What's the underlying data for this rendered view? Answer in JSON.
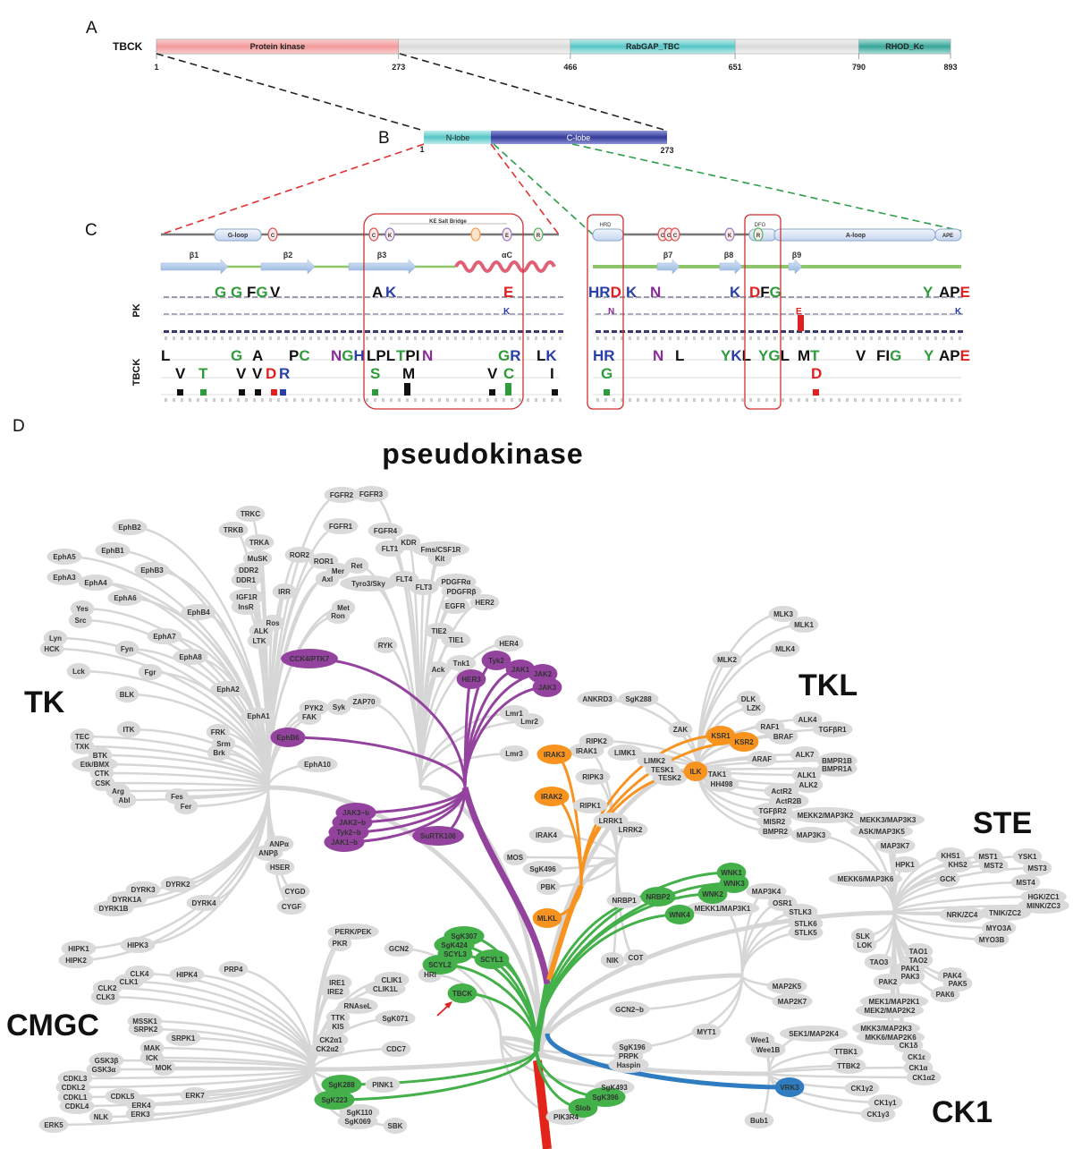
{
  "panel_labels": {
    "a": "A",
    "b": "B",
    "c": "C",
    "d": "D"
  },
  "panel_a": {
    "protein": "TBCK",
    "domains": [
      {
        "name": "Protein kinase",
        "start": 1,
        "end": 273,
        "color": "#f4a0a0"
      },
      {
        "name": "RabGAP_TBC",
        "start": 466,
        "end": 651,
        "color": "#5cc8c8"
      },
      {
        "name": "RHOD_Kc",
        "start": 790,
        "end": 893,
        "color": "#3aa89e"
      }
    ],
    "ticks": [
      "1",
      "273",
      "466",
      "651",
      "790",
      "893"
    ],
    "length": 893
  },
  "panel_b": {
    "n_lobe": "N-lobe",
    "c_lobe": "C-lobe",
    "start": "1",
    "end": "273"
  },
  "panel_c": {
    "row_labels": {
      "pk": "PK",
      "tbck": "TBCK"
    },
    "motifs": {
      "g_loop": "G-loop",
      "ke_salt_bridge": "KE Salt Bridge",
      "hrd": "HRD",
      "dfg": "DFG",
      "a_loop": "A-loop",
      "ape": "APE"
    },
    "circle_residues": [
      "C",
      "C",
      "K",
      "E",
      "R",
      "C",
      "C",
      "C",
      "K",
      "R"
    ],
    "secondary_structure": [
      "β1",
      "β2",
      "β3",
      "αC",
      "β7",
      "β8",
      "β9"
    ],
    "logo": {
      "pk_top": [
        "G",
        "G",
        "FG",
        "V",
        "A",
        "K",
        "E",
        "HRD",
        "K",
        "N",
        "K",
        "DFG",
        "Y",
        "APE"
      ],
      "pk_mid": [
        "K",
        "N",
        "E",
        "K"
      ],
      "tbck_top": [
        "L",
        "G",
        "A",
        "PC",
        "NGH",
        "LPL",
        "TPI",
        "N",
        "GR",
        "LK",
        "HR",
        "N",
        "L",
        "YKL",
        "YGL",
        "MT",
        "V",
        "FIG",
        "Y",
        "APE"
      ],
      "tbck_sub": [
        "V",
        "T",
        "V",
        "V",
        "D",
        "R",
        "S",
        "M",
        "V",
        "C",
        "I",
        "G",
        "D"
      ]
    }
  },
  "panel_d": {
    "title": "pseudokinase",
    "families": [
      "TK",
      "TKL",
      "STE",
      "CMGC",
      "CK1"
    ],
    "branch_colors": {
      "purple": "#93439e",
      "orange": "#f7931e",
      "green": "#43b04a",
      "blue": "#2f7cc0",
      "red": "#e3241b",
      "gray": "#d6d6d6"
    },
    "highlight": "TBCK",
    "nodes": [
      [
        "EphB2",
        "gray"
      ],
      [
        "EphB1",
        "gray"
      ],
      [
        "EphA5",
        "gray"
      ],
      [
        "EphB3",
        "gray"
      ],
      [
        "EphA3",
        "gray"
      ],
      [
        "EphA4",
        "gray"
      ],
      [
        "EphA6",
        "gray"
      ],
      [
        "Yes",
        "gray"
      ],
      [
        "Src",
        "gray"
      ],
      [
        "EphB4",
        "gray"
      ],
      [
        "Lyn",
        "gray"
      ],
      [
        "HCK",
        "gray"
      ],
      [
        "Fyn",
        "gray"
      ],
      [
        "EphA7",
        "gray"
      ],
      [
        "EphA8",
        "gray"
      ],
      [
        "Lck",
        "gray"
      ],
      [
        "Fgr",
        "gray"
      ],
      [
        "BLK",
        "gray"
      ],
      [
        "EphA2",
        "gray"
      ],
      [
        "EphA1",
        "gray"
      ],
      [
        "ITK",
        "gray"
      ],
      [
        "TEC",
        "gray"
      ],
      [
        "TXK",
        "gray"
      ],
      [
        "BTK",
        "gray"
      ],
      [
        "Etk/BMX",
        "gray"
      ],
      [
        "CTK",
        "gray"
      ],
      [
        "CSK",
        "gray"
      ],
      [
        "Arg",
        "gray"
      ],
      [
        "Abl",
        "gray"
      ],
      [
        "FRK",
        "gray"
      ],
      [
        "Srm",
        "gray"
      ],
      [
        "Brk",
        "gray"
      ],
      [
        "Fes",
        "gray"
      ],
      [
        "Fer",
        "gray"
      ],
      [
        "EphB6",
        "purple"
      ],
      [
        "EphA10",
        "gray"
      ],
      [
        "TRKC",
        "gray"
      ],
      [
        "TRKB",
        "gray"
      ],
      [
        "TRKA",
        "gray"
      ],
      [
        "MuSK",
        "gray"
      ],
      [
        "DDR2",
        "gray"
      ],
      [
        "DDR1",
        "gray"
      ],
      [
        "IGF1R",
        "gray"
      ],
      [
        "InsR",
        "gray"
      ],
      [
        "IRR",
        "gray"
      ],
      [
        "Ros",
        "gray"
      ],
      [
        "ALK",
        "gray"
      ],
      [
        "LTK",
        "gray"
      ],
      [
        "CCK4/PTK7",
        "purple"
      ],
      [
        "FGFR2",
        "gray"
      ],
      [
        "FGFR3",
        "gray"
      ],
      [
        "FGFR1",
        "gray"
      ],
      [
        "FGFR4",
        "gray"
      ],
      [
        "FLT1",
        "gray"
      ],
      [
        "KDR",
        "gray"
      ],
      [
        "Fms/CSF1R",
        "gray"
      ],
      [
        "Kit",
        "gray"
      ],
      [
        "ROR2",
        "gray"
      ],
      [
        "ROR1",
        "gray"
      ],
      [
        "Mer",
        "gray"
      ],
      [
        "Axl",
        "gray"
      ],
      [
        "Ret",
        "gray"
      ],
      [
        "Tyro3/Sky",
        "gray"
      ],
      [
        "FLT4",
        "gray"
      ],
      [
        "FLT3",
        "gray"
      ],
      [
        "PDGFRα",
        "gray"
      ],
      [
        "PDGFRβ",
        "gray"
      ],
      [
        "EGFR",
        "gray"
      ],
      [
        "HER2",
        "gray"
      ],
      [
        "Met",
        "gray"
      ],
      [
        "Ron",
        "gray"
      ],
      [
        "RYK",
        "gray"
      ],
      [
        "TIE2",
        "gray"
      ],
      [
        "TIE1",
        "gray"
      ],
      [
        "Ack",
        "gray"
      ],
      [
        "Tnk1",
        "gray"
      ],
      [
        "HER3",
        "purple"
      ],
      [
        "HER4",
        "gray"
      ],
      [
        "Tyk2",
        "purple"
      ],
      [
        "JAK1",
        "purple"
      ],
      [
        "JAK2",
        "purple"
      ],
      [
        "JAK3",
        "purple"
      ],
      [
        "Lmr1",
        "gray"
      ],
      [
        "Lmr2",
        "gray"
      ],
      [
        "Lmr3",
        "gray"
      ],
      [
        "PYK2",
        "gray"
      ],
      [
        "Syk",
        "gray"
      ],
      [
        "ZAP70",
        "gray"
      ],
      [
        "FAK",
        "gray"
      ],
      [
        "JAK3~b",
        "purple"
      ],
      [
        "JAK2~b",
        "purple"
      ],
      [
        "Tyk2~b",
        "purple"
      ],
      [
        "JAK1~b",
        "purple"
      ],
      [
        "SuRTK106",
        "purple"
      ],
      [
        "ANKRD3",
        "gray"
      ],
      [
        "SgK288",
        "gray"
      ],
      [
        "MLK3",
        "gray"
      ],
      [
        "MLK1",
        "gray"
      ],
      [
        "MLK4",
        "gray"
      ],
      [
        "MLK2",
        "gray"
      ],
      [
        "DLK",
        "gray"
      ],
      [
        "LZK",
        "gray"
      ],
      [
        "ZAK",
        "gray"
      ],
      [
        "KSR1",
        "orange"
      ],
      [
        "KSR2",
        "orange"
      ],
      [
        "RAF1",
        "gray"
      ],
      [
        "BRAF",
        "gray"
      ],
      [
        "ALK4",
        "gray"
      ],
      [
        "TGFβR1",
        "gray"
      ],
      [
        "RIPK2",
        "gray"
      ],
      [
        "IRAK3",
        "orange"
      ],
      [
        "IRAK1",
        "gray"
      ],
      [
        "LIMK1",
        "gray"
      ],
      [
        "LIMK2",
        "gray"
      ],
      [
        "TESK1",
        "gray"
      ],
      [
        "TESK2",
        "gray"
      ],
      [
        "ILK",
        "orange"
      ],
      [
        "TAK1",
        "gray"
      ],
      [
        "HH498",
        "gray"
      ],
      [
        "ARAF",
        "gray"
      ],
      [
        "ALK7",
        "gray"
      ],
      [
        "BMPR1B",
        "gray"
      ],
      [
        "BMPR1A",
        "gray"
      ],
      [
        "ALK1",
        "gray"
      ],
      [
        "ALK2",
        "gray"
      ],
      [
        "ActR2",
        "gray"
      ],
      [
        "ActR2B",
        "gray"
      ],
      [
        "RIPK3",
        "gray"
      ],
      [
        "IRAK2",
        "orange"
      ],
      [
        "RIPK1",
        "gray"
      ],
      [
        "LRRK1",
        "gray"
      ],
      [
        "LRRK2",
        "gray"
      ],
      [
        "TGFβR2",
        "gray"
      ],
      [
        "MISR2",
        "gray"
      ],
      [
        "BMPR2",
        "gray"
      ],
      [
        "MAP3K3",
        "gray"
      ],
      [
        "MEKK2/MAP3K2",
        "gray"
      ],
      [
        "MEKK3/MAP3K3",
        "gray"
      ],
      [
        "ASK/MAP3K5",
        "gray"
      ],
      [
        "MAP3K7",
        "gray"
      ],
      [
        "HPK1",
        "gray"
      ],
      [
        "MEKK6/MAP3K6",
        "gray"
      ],
      [
        "IRAK4",
        "gray"
      ],
      [
        "MOS",
        "gray"
      ],
      [
        "SgK496",
        "gray"
      ],
      [
        "PBK",
        "gray"
      ],
      [
        "MLKL",
        "orange"
      ],
      [
        "NRBP1",
        "gray"
      ],
      [
        "NRBP2",
        "green"
      ],
      [
        "WNK1",
        "green"
      ],
      [
        "WNK3",
        "green"
      ],
      [
        "WNK2",
        "green"
      ],
      [
        "MAP3K4",
        "gray"
      ],
      [
        "WNK4",
        "green"
      ],
      [
        "MEKK1/MAP3K1",
        "gray"
      ],
      [
        "OSR1",
        "gray"
      ],
      [
        "STLK3",
        "gray"
      ],
      [
        "STLK6",
        "gray"
      ],
      [
        "STLK5",
        "gray"
      ],
      [
        "NIK",
        "gray"
      ],
      [
        "COT",
        "gray"
      ],
      [
        "KHS1",
        "gray"
      ],
      [
        "KHS2",
        "gray"
      ],
      [
        "MST1",
        "gray"
      ],
      [
        "MST2",
        "gray"
      ],
      [
        "YSK1",
        "gray"
      ],
      [
        "MST3",
        "gray"
      ],
      [
        "MST4",
        "gray"
      ],
      [
        "GCK",
        "gray"
      ],
      [
        "HGK/ZC1",
        "gray"
      ],
      [
        "MINK/ZC3",
        "gray"
      ],
      [
        "TNIK/ZC2",
        "gray"
      ],
      [
        "NRK/ZC4",
        "gray"
      ],
      [
        "MYO3A",
        "gray"
      ],
      [
        "MYO3B",
        "gray"
      ],
      [
        "SLK",
        "gray"
      ],
      [
        "LOK",
        "gray"
      ],
      [
        "TAO1",
        "gray"
      ],
      [
        "TAO2",
        "gray"
      ],
      [
        "TAO3",
        "gray"
      ],
      [
        "PAK1",
        "gray"
      ],
      [
        "PAK3",
        "gray"
      ],
      [
        "PAK2",
        "gray"
      ],
      [
        "PAK4",
        "gray"
      ],
      [
        "PAK5",
        "gray"
      ],
      [
        "PAK6",
        "gray"
      ],
      [
        "MAP2K5",
        "gray"
      ],
      [
        "MAP2K7",
        "gray"
      ],
      [
        "MEK1/MAP2K1",
        "gray"
      ],
      [
        "MEK2/MAP2K2",
        "gray"
      ],
      [
        "MKK3/MAP2K3",
        "gray"
      ],
      [
        "MKK6/MAP2K6",
        "gray"
      ],
      [
        "SEK1/MAP2K4",
        "gray"
      ],
      [
        "Wee1",
        "gray"
      ],
      [
        "Wee1B",
        "gray"
      ],
      [
        "TTBK1",
        "gray"
      ],
      [
        "TTBK2",
        "gray"
      ],
      [
        "CK1δ",
        "gray"
      ],
      [
        "CK1ε",
        "gray"
      ],
      [
        "CK1α",
        "gray"
      ],
      [
        "CK1α2",
        "gray"
      ],
      [
        "VRK3",
        "blue"
      ],
      [
        "CK1γ2",
        "gray"
      ],
      [
        "CK1γ1",
        "gray"
      ],
      [
        "CK1γ3",
        "gray"
      ],
      [
        "MYT1",
        "gray"
      ],
      [
        "Bub1",
        "gray"
      ],
      [
        "ANPα",
        "gray"
      ],
      [
        "ANPβ",
        "gray"
      ],
      [
        "HSER",
        "gray"
      ],
      [
        "CYGD",
        "gray"
      ],
      [
        "CYGF",
        "gray"
      ],
      [
        "DYRK2",
        "gray"
      ],
      [
        "DYRK3",
        "gray"
      ],
      [
        "DYRK1A",
        "gray"
      ],
      [
        "DYRK1B",
        "gray"
      ],
      [
        "DYRK4",
        "gray"
      ],
      [
        "HIPK1",
        "gray"
      ],
      [
        "HIPK2",
        "gray"
      ],
      [
        "HIPK3",
        "gray"
      ],
      [
        "CLK4",
        "gray"
      ],
      [
        "CLK1",
        "gray"
      ],
      [
        "CLK2",
        "gray"
      ],
      [
        "CLK3",
        "gray"
      ],
      [
        "HIPK4",
        "gray"
      ],
      [
        "PRP4",
        "gray"
      ],
      [
        "MSSK1",
        "gray"
      ],
      [
        "SRPK2",
        "gray"
      ],
      [
        "SRPK1",
        "gray"
      ],
      [
        "MAK",
        "gray"
      ],
      [
        "ICK",
        "gray"
      ],
      [
        "MOK",
        "gray"
      ],
      [
        "GSK3β",
        "gray"
      ],
      [
        "GSK3α",
        "gray"
      ],
      [
        "CDKL3",
        "gray"
      ],
      [
        "CDKL2",
        "gray"
      ],
      [
        "CDKL1",
        "gray"
      ],
      [
        "CDKL4",
        "gray"
      ],
      [
        "CDKL5",
        "gray"
      ],
      [
        "ERK7",
        "gray"
      ],
      [
        "ERK4",
        "gray"
      ],
      [
        "ERK3",
        "gray"
      ],
      [
        "NLK",
        "gray"
      ],
      [
        "ERK5",
        "gray"
      ],
      [
        "PERK/PEK",
        "gray"
      ],
      [
        "PKR",
        "gray"
      ],
      [
        "GCN2",
        "gray"
      ],
      [
        "SgK307",
        "green"
      ],
      [
        "SgK424",
        "green"
      ],
      [
        "SCYL3",
        "green"
      ],
      [
        "SCYL1",
        "green"
      ],
      [
        "SCYL2",
        "green"
      ],
      [
        "HRI",
        "gray"
      ],
      [
        "TBCK",
        "green"
      ],
      [
        "IRE1",
        "gray"
      ],
      [
        "IRE2",
        "gray"
      ],
      [
        "CLIK1",
        "gray"
      ],
      [
        "CLIK1L",
        "gray"
      ],
      [
        "RNAseL",
        "gray"
      ],
      [
        "TTK",
        "gray"
      ],
      [
        "KIS",
        "gray"
      ],
      [
        "CK2α1",
        "gray"
      ],
      [
        "CK2α2",
        "gray"
      ],
      [
        "SgK071",
        "gray"
      ],
      [
        "CDC7",
        "gray"
      ],
      [
        "GCN2~b",
        "gray"
      ],
      [
        "SgK196",
        "gray"
      ],
      [
        "PRPK",
        "gray"
      ],
      [
        "Haspin",
        "gray"
      ],
      [
        "SgK288",
        "green"
      ],
      [
        "SgK223",
        "green"
      ],
      [
        "PINK1",
        "gray"
      ],
      [
        "SgK110",
        "gray"
      ],
      [
        "SgK069",
        "gray"
      ],
      [
        "SBK",
        "gray"
      ],
      [
        "SgK493",
        "gray"
      ],
      [
        "SgK396",
        "green"
      ],
      [
        "Slob",
        "green"
      ],
      [
        "PIK3R4",
        "gray"
      ]
    ]
  }
}
